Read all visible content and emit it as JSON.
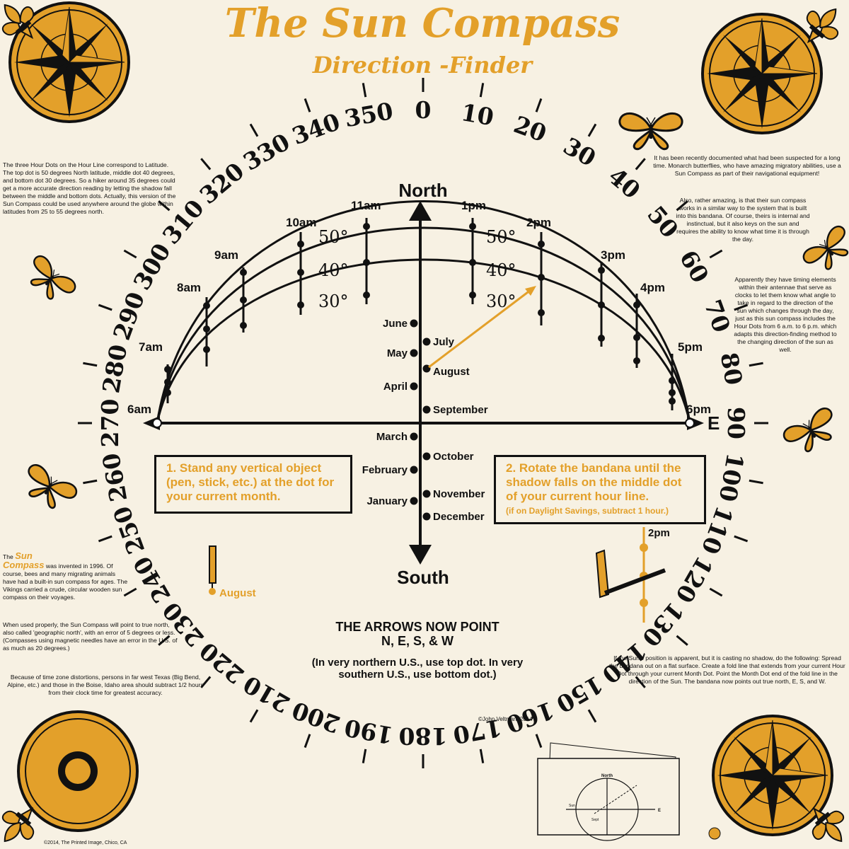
{
  "title": "The Sun Compass",
  "subtitle": "Direction -Finder",
  "compass_degrees": [
    "0",
    "10",
    "20",
    "30",
    "40",
    "50",
    "60",
    "70",
    "80",
    "90",
    "100",
    "110",
    "120",
    "130",
    "140",
    "150",
    "160",
    "170",
    "180",
    "190",
    "200",
    "210",
    "220",
    "230",
    "240",
    "250",
    "260",
    "270",
    "280",
    "290",
    "300",
    "310",
    "320",
    "330",
    "340",
    "350"
  ],
  "cardinals": {
    "north": "North",
    "south": "South",
    "east": "E"
  },
  "hour_labels": [
    "6am",
    "7am",
    "8am",
    "9am",
    "10am",
    "11am",
    "1pm",
    "2pm",
    "3pm",
    "4pm",
    "5pm",
    "6pm"
  ],
  "latitude_labels": [
    "50°",
    "40°",
    "30°"
  ],
  "months_left": [
    "June",
    "May",
    "April",
    "March",
    "February",
    "January"
  ],
  "months_right": [
    "July",
    "August",
    "September",
    "October",
    "November",
    "December"
  ],
  "instructions": {
    "step1": "1. Stand any vertical object (pen, stick, etc.) at the dot for your current month.",
    "step2": "2. Rotate the bandana until the shadow falls on the middle dot of your current hour line.",
    "step2_note": "(if on Daylight Savings, subtract 1 hour.)"
  },
  "example_labels": {
    "month": "August",
    "hour": "2pm"
  },
  "arrows_note": {
    "line1": "THE ARROWS NOW POINT",
    "line2": "N, E, S, & W",
    "line3": "(In very northern U.S., use top dot. In very southern U.S., use bottom dot.)"
  },
  "notes": {
    "left_top": "The three Hour Dots on the Hour Line correspond to Latitude. The top dot is 50 degrees North latitude, middle dot 40 degrees, and bottom dot 30 degrees. So a hiker around 35 degrees could get a more accurate direction reading by letting the shadow fall between the middle and bottom dots. Actually, this version of the Sun Compass could be used anywhere around the globe within latitudes from 25 to 55 degrees north.",
    "right_top": "It has been recently documented what had been suspected for a long time. Monarch butterflies, who have amazing migratory abilities, use a Sun Compass as part of their navigational equipment!",
    "right_mid": "Also, rather amazing, is that their sun compass works in a similar way to the system that is built into this bandana. Of course, theirs is internal and instinctual, but it also keys on the sun and requires the ability to know what time it is through the day.",
    "right_lower": "Apparently they have timing elements within their antennae that serve as clocks to let them know what angle to take in regard to the direction of the sun which changes through the day, just as this sun compass includes the Hour Dots from 6 a.m. to 6 p.m. which adapts this direction-finding method to the changing direction of the sun as well.",
    "left_sun_word1": "Sun",
    "left_sun_word2": "Compass",
    "left_sun_pre": "The",
    "left_sun": "was invented in 1996. Of course, bees and many migrating animals have had a built-in sun compass for ages. The Vikings carried a crude, circular wooden sun compass on their voyages.",
    "left_mid": "When used properly, the Sun Compass will point to true north, also called 'geographic north', with an error of 5 degrees or less. (Compasses using magnetic needles have an error in the U.S. of as much as 20 degrees.)",
    "left_bottom": "Because of time zone distortions, persons in far west Texas (Big Bend, Alpine, etc.) and those in the Boise, Idaho area should subtract 1/2 hours from their clock time for greatest accuracy.",
    "right_bottom": "If the Sun's position is apparent, but it is casting no shadow, do the following: Spread the bandana out on a flat surface. Create a fold line that extends from your current Hour Dot through your current Month Dot. Point the Month Dot end of the fold line in the direction of the Sun. The bandana now points out true north, E, S, and W."
  },
  "copyright": "©John Veltman, 2014",
  "footer": "©2014, The Printed Image, Chico, CA",
  "mini_diagram": {
    "north": "North",
    "east": "E",
    "sun": "Sun",
    "month": "Sept"
  },
  "colors": {
    "gold": "#e3a02a",
    "ink": "#111111",
    "background": "#f7f1e3"
  },
  "icons": [
    "compass-rose-icon",
    "fleur-de-lis-icon",
    "monarch-butterfly-icon",
    "sun-icon"
  ]
}
